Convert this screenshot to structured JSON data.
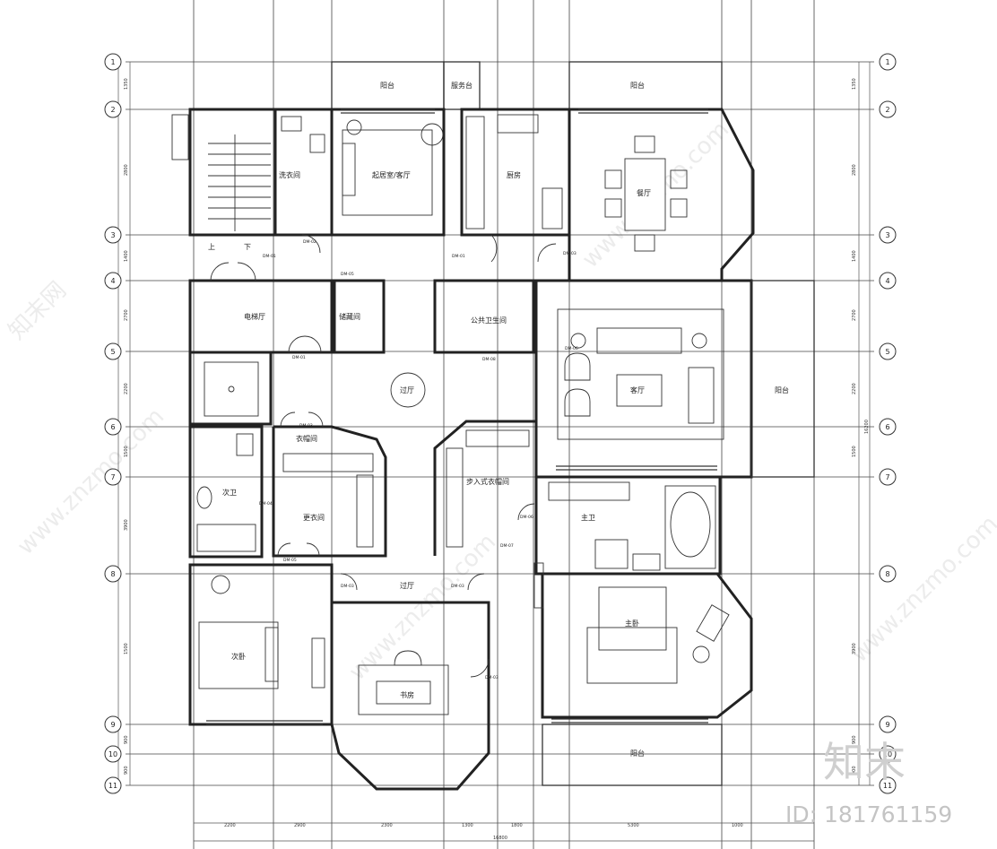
{
  "axis_labels": {
    "left": [
      "1",
      "2",
      "3",
      "4",
      "5",
      "6",
      "7",
      "8",
      "9",
      "10",
      "11"
    ]
  },
  "dimension_labels": {
    "left": [
      "1350",
      "2800",
      "1400",
      "2700",
      "2200",
      "1500",
      "3900",
      "1500",
      "900",
      "900"
    ],
    "left_total": "16200",
    "right": [
      "1350",
      "2800",
      "1400",
      "2700",
      "2200",
      "1500",
      "3900",
      "900",
      "900"
    ],
    "right_total": "16200",
    "bottom": [
      "2200",
      "2900",
      "2300",
      "1300",
      "1800",
      "5300",
      "1000"
    ],
    "bottom_total": "16800"
  },
  "rooms": {
    "balcony_top_left": "阳台",
    "utility_balcony": "服务台",
    "balcony_top_right": "阳台",
    "laundry": "洗衣间",
    "living_study": "起居室/客厅",
    "kitchen": "厨房",
    "dining": "餐厅",
    "stair_up": "上",
    "stair_down": "下",
    "elevator_hall": "电梯厅",
    "storage": "储藏间",
    "public_toilet": "公共卫生间",
    "living_room": "客厅",
    "balcony_right": "阳台",
    "foyer": "过厅",
    "wardrobe": "衣帽间",
    "walk_in_closet": "步入式衣帽间",
    "bath_left": "次卫",
    "dressing": "更衣间",
    "master_bath": "主卫",
    "corridor": "过厅",
    "second_bedroom": "次卧",
    "study": "书房",
    "master_bedroom": "主卧",
    "balcony_bottom": "阳台"
  },
  "door_tags": [
    "DM-02",
    "DM-01",
    "DM-05",
    "DM-01",
    "DM-03",
    "DM-08",
    "DM-01",
    "DM-03",
    "DM-04",
    "DM-05",
    "DM-06",
    "DM-07",
    "DM-03",
    "DM-03",
    "DM-03",
    "DM-06"
  ],
  "watermark": {
    "logo": "知末",
    "id": "ID: 181761159",
    "site": "www.znzmo.com",
    "brand": "知末网"
  }
}
